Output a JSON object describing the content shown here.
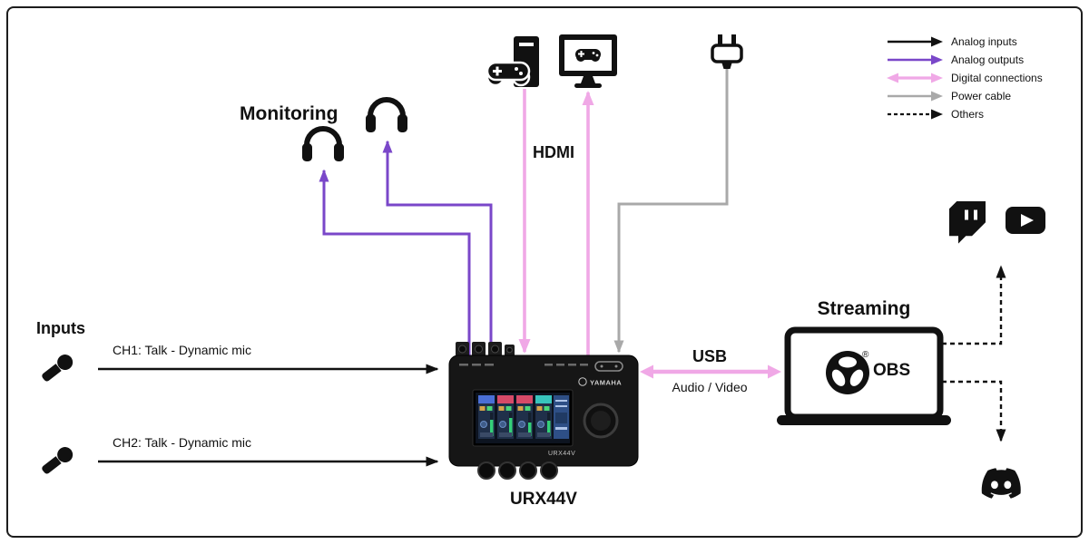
{
  "legend": {
    "items": [
      {
        "label": "Analog inputs"
      },
      {
        "label": "Analog outputs"
      },
      {
        "label": "Digital connections"
      },
      {
        "label": "Power cable"
      },
      {
        "label": "Others"
      }
    ]
  },
  "labels": {
    "monitoring": "Monitoring",
    "hdmi": "HDMI",
    "inputs": "Inputs",
    "ch1": "CH1: Talk - Dynamic mic",
    "ch2": "CH2: Talk - Dynamic mic",
    "usb": "USB",
    "audio_video": "Audio / Video",
    "streaming": "Streaming",
    "device_name": "URX44V"
  },
  "device": {
    "brand": "YAMAHA",
    "model": "URX44V"
  },
  "obs": {
    "name": "OBS",
    "registered": "®"
  },
  "colors": {
    "analog_input": "#111111",
    "analog_output": "#7a47c9",
    "digital": "#f0a8e6",
    "power": "#a9a9a9",
    "others": "#111111"
  }
}
